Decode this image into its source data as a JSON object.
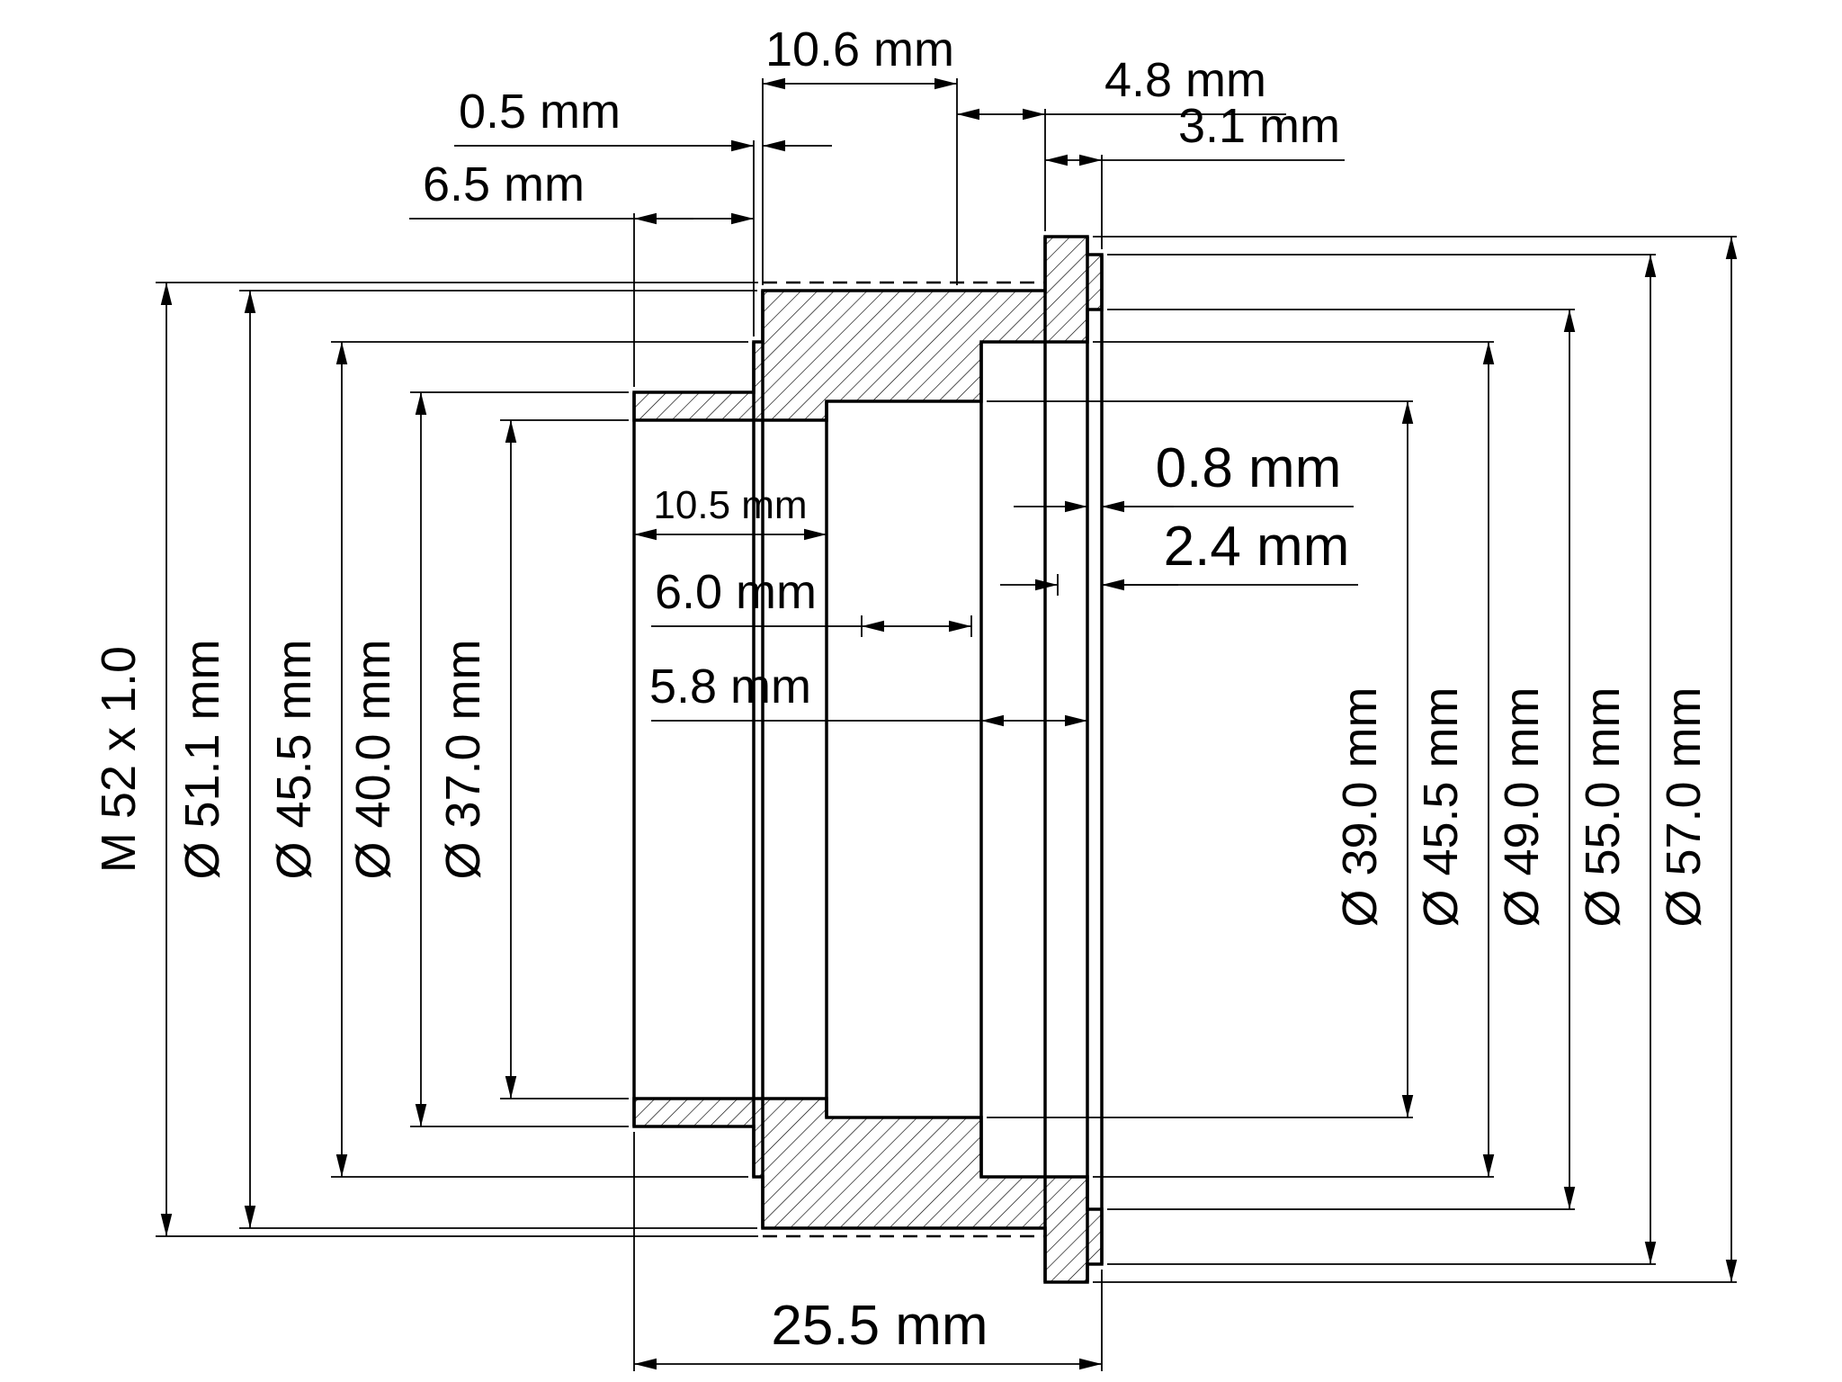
{
  "drawing": {
    "kind": "technical-cross-section",
    "units": "mm",
    "horizontal_dims": {
      "front_length": "6.5 mm",
      "step_width": "0.5 mm",
      "thread_length": "10.6 mm",
      "relief_length": "4.8 mm",
      "flange_thickness": "3.1 mm",
      "bore_depth": "10.5 mm",
      "seat_depth": "6.0 mm",
      "recess_depth": "5.8 mm",
      "lip_thickness": "0.8 mm",
      "counterbore_depth": "2.4 mm",
      "overall_length": "25.5 mm"
    },
    "left_diameters": {
      "thread_spec": "M 52 x 1.0",
      "thread_minor": "Ø 51.1 mm",
      "step_od": "Ø 45.5 mm",
      "front_od": "Ø 40.0 mm",
      "front_bore": "Ø 37.0 mm"
    },
    "right_diameters": {
      "inner_bore": "Ø 39.0 mm",
      "recess_bore": "Ø 45.5 mm",
      "counterbore": "Ø 49.0 mm",
      "lip_od": "Ø 55.0 mm",
      "flange_od": "Ø 57.0 mm"
    }
  }
}
